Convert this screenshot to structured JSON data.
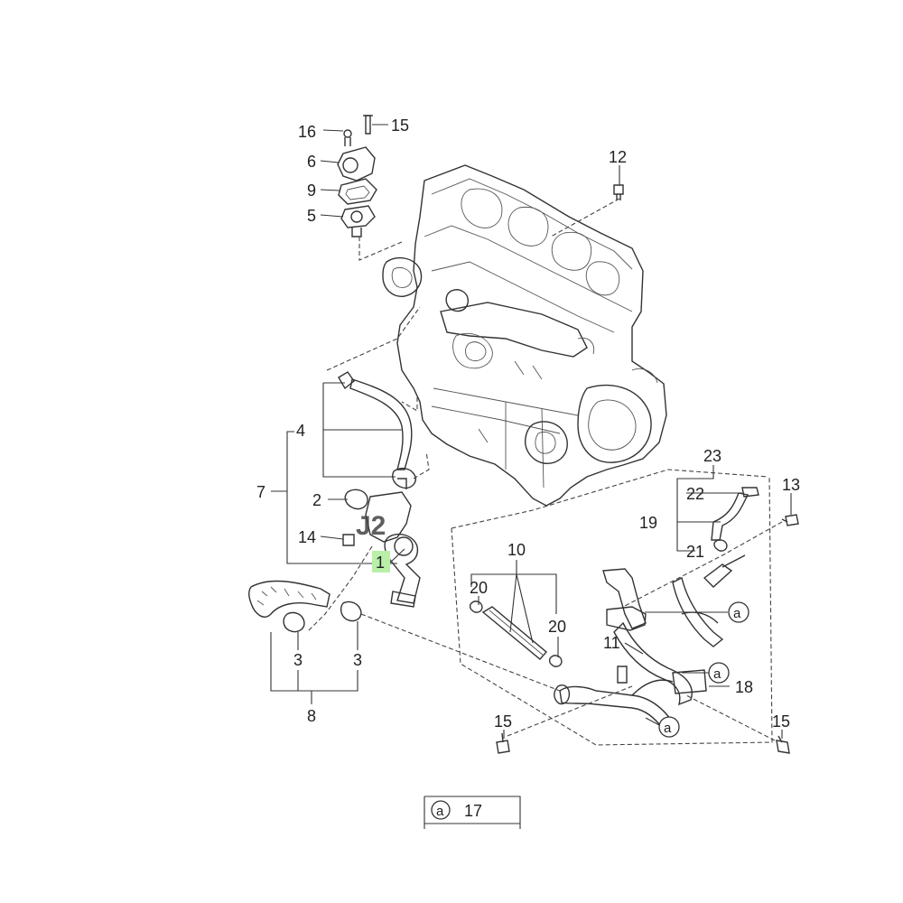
{
  "diagram": {
    "callouts": [
      {
        "id": "c16",
        "text": "16"
      },
      {
        "id": "c15a",
        "text": "15"
      },
      {
        "id": "c6",
        "text": "6"
      },
      {
        "id": "c9",
        "text": "9"
      },
      {
        "id": "c5",
        "text": "5"
      },
      {
        "id": "c12",
        "text": "12"
      },
      {
        "id": "c4",
        "text": "4"
      },
      {
        "id": "c7",
        "text": "7"
      },
      {
        "id": "c2",
        "text": "2"
      },
      {
        "id": "c14",
        "text": "14"
      },
      {
        "id": "c1",
        "text": "1"
      },
      {
        "id": "c23",
        "text": "23"
      },
      {
        "id": "c22",
        "text": "22"
      },
      {
        "id": "c19",
        "text": "19"
      },
      {
        "id": "c21",
        "text": "21"
      },
      {
        "id": "c13",
        "text": "13"
      },
      {
        "id": "c10",
        "text": "10"
      },
      {
        "id": "c20a",
        "text": "20"
      },
      {
        "id": "c20b",
        "text": "20"
      },
      {
        "id": "c11",
        "text": "11"
      },
      {
        "id": "c18",
        "text": "18"
      },
      {
        "id": "c3a",
        "text": "3"
      },
      {
        "id": "c3b",
        "text": "3"
      },
      {
        "id": "c8",
        "text": "8"
      },
      {
        "id": "c15b",
        "text": "15"
      },
      {
        "id": "c15c",
        "text": "15"
      }
    ],
    "ref_markers": [
      {
        "id": "m1",
        "text": "a"
      },
      {
        "id": "m2",
        "text": "a"
      },
      {
        "id": "m3",
        "text": "a"
      }
    ],
    "legend": {
      "marker": "a",
      "part_number": "17"
    },
    "watermark": "J2",
    "highlight_color": "#b8f0a8"
  }
}
